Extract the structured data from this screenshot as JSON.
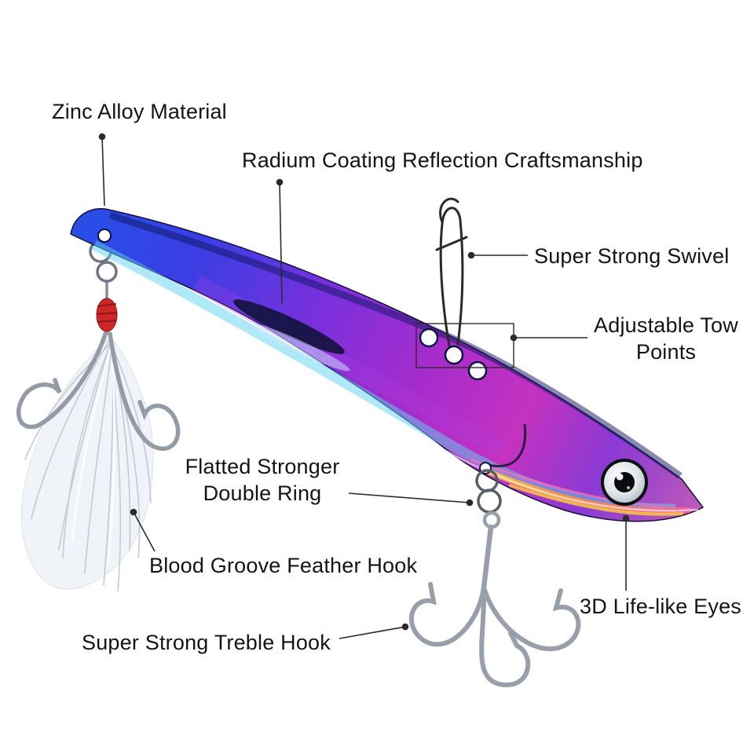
{
  "diagram": {
    "subject": "metal-vib-fishing-lure",
    "labels": {
      "zinc_alloy": "Zinc Alloy Material",
      "radium_coating": "Radium Coating Reflection Craftsmanship",
      "swivel": "Super Strong Swivel",
      "tow_points": "Adjustable Tow Points",
      "double_ring": "Flatted Stronger Double Ring",
      "feather_hook": "Blood Groove Feather Hook",
      "treble_hook": "Super Strong Treble Hook",
      "eyes": "3D Life-like Eyes"
    },
    "colors": {
      "background": "#ffffff",
      "label_text": "#141414",
      "callout_line": "#2b2b2b",
      "body_blue": "#2a4de8",
      "body_violet": "#7a30dc",
      "body_magenta": "#c432c0",
      "belly_cyan": "#5fd4f0",
      "rainbow_yellow": "#ffd23a",
      "thread_red": "#cf2727",
      "metal_silver": "#97a0aa"
    }
  }
}
